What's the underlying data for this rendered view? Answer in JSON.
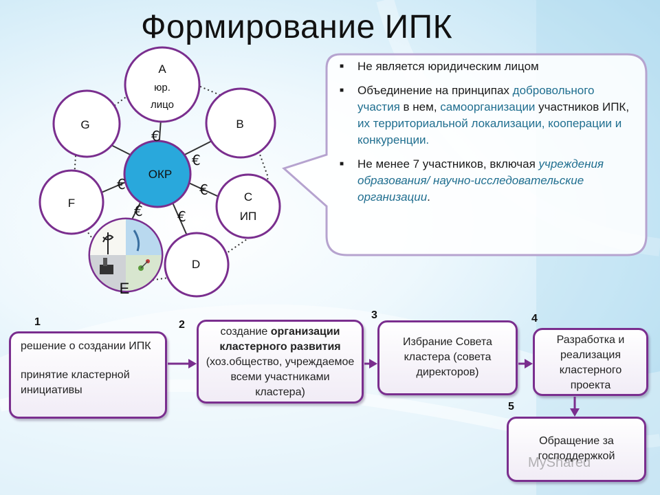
{
  "title": "Формирование ИПК",
  "cluster": {
    "center": "ОКР",
    "nodes": {
      "a_letter": "А",
      "a_line1": "юр.",
      "a_line2": "лицо",
      "b": "B",
      "c_letter": "С",
      "c_line": "ИП",
      "d": "D",
      "e": "E",
      "f": "F",
      "g": "G"
    },
    "currency_symbol": "€"
  },
  "callout": {
    "bullet_symbol": "■",
    "item1": "Не является юридическим лицом",
    "item2_a": "Объединение на принципах ",
    "item2_b": "добровольного участия",
    "item2_c": " в нем, ",
    "item2_d": "самоорганизации",
    "item2_e": " участников ИПК, ",
    "item2_f": "их территориальной локализации, кооперации и конкуренции.",
    "item3_a": "Не менее 7 участников, включая ",
    "item3_b": "учреждения образования/ научно-исследовательские организации",
    "item3_c": "."
  },
  "steps": {
    "n1": "1",
    "n2": "2",
    "n3": "3",
    "n4": "4",
    "n5": "5",
    "s1_a": "решение о создании ИПК",
    "s1_b": "принятие кластерной инициативы",
    "s2_a": "создание ",
    "s2_b": "организации кластерного развития",
    "s2_c": " (хоз.общество, учреждаемое всеми участниками кластера)",
    "s3": "Избрание Совета кластера (совета директоров)",
    "s4": "Разработка и реализация кластерного проекта",
    "s5": "Обращение за господдержкой"
  },
  "watermark": "MyShared",
  "colors": {
    "accent_purple": "#7a2e8e",
    "center_blue": "#29a8dc",
    "text_blue": "#1f6e8f"
  }
}
